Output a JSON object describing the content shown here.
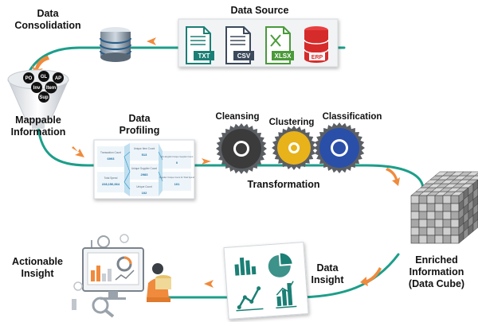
{
  "labels": {
    "data_source": "Data Source",
    "data_consolidation": [
      "Data",
      "Consolidation"
    ],
    "mappable_information": [
      "Mappable",
      "Information"
    ],
    "data_profiling": [
      "Data",
      "Profiling"
    ],
    "cleansing": "Cleansing",
    "clustering": "Clustering",
    "classification": "Classification",
    "transformation": "Transformation",
    "enriched_information": [
      "Enriched",
      "Information",
      "(Data Cube)"
    ],
    "data_insight": [
      "Data",
      "Insight"
    ],
    "actionable_insight": [
      "Actionable",
      "Insight"
    ]
  },
  "source_files": [
    "TXT",
    "CSV",
    "XLSX",
    "ERP"
  ],
  "mappable_bubbles": [
    "PO",
    "GL",
    "AP",
    "Inv",
    "Item",
    "Sup"
  ],
  "profiling_card": {
    "cells": [
      {
        "label": "Transaction Count",
        "value": "6993"
      },
      {
        "label": "Unique Item Count",
        "value": "513"
      },
      {
        "label": "Non English Unique Supplier Count",
        "value": "0"
      },
      {
        "label": "Total Spend",
        "value": "228,156,664"
      },
      {
        "label": "Unique Supplier Count",
        "value": "2983"
      },
      {
        "label": "Supplier Unique Count for Total Spend",
        "value": "101"
      },
      {
        "label": "Unique Count",
        "value": "102"
      }
    ]
  },
  "colors": {
    "flow_line": "#1c9e8a",
    "arrow": "#f08a3c",
    "txt_doc": "#1b7f75",
    "csv_doc": "#3d4a5c",
    "xlsx_doc": "#4a9a3a",
    "erp_db": "#d62b2b",
    "gear_cleansing": "#3b3b3b",
    "gear_clustering": "#e8b21a",
    "gear_classification": "#2a4fa8"
  },
  "icons": [
    "database-stack-icon",
    "funnel-icon",
    "gear-icon",
    "data-cube-icon",
    "charts-icon",
    "dashboard-person-icon"
  ]
}
